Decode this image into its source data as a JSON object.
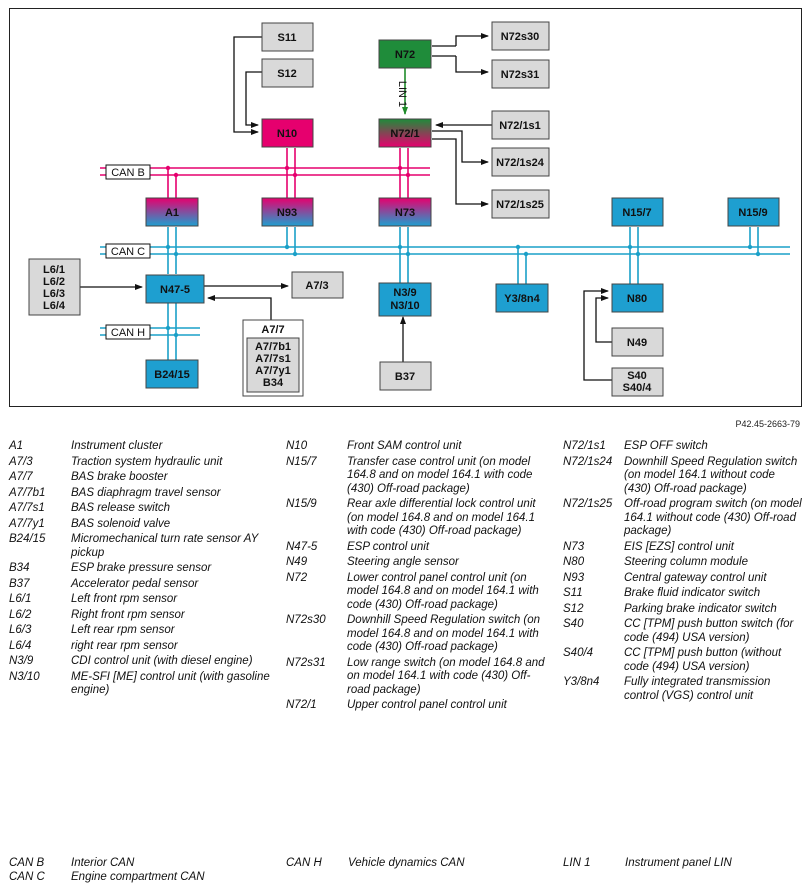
{
  "diagram": {
    "bus_labels": {
      "can_b": "CAN B",
      "can_c": "CAN C",
      "can_h": "CAN H",
      "lin_1": "LIN 1"
    },
    "nodes": {
      "S11": "S11",
      "S12": "S12",
      "N10": "N10",
      "N72": "N72",
      "N72s30": "N72s30",
      "N72s31": "N72s31",
      "N72_1": "N72/1",
      "N72_1s1": "N72/1s1",
      "N72_1s24": "N72/1s24",
      "N72_1s25": "N72/1s25",
      "A1": "A1",
      "N93": "N93",
      "N73": "N73",
      "N15_7": "N15/7",
      "N15_9": "N15/9",
      "N47_5": "N47-5",
      "A7_3": "A7/3",
      "N3_9": "N3/9",
      "N3_10": "N3/10",
      "Y3_8n4": "Y3/8n4",
      "N80": "N80",
      "N49": "N49",
      "S40": "S40",
      "S40_4": "S40/4",
      "B24_15": "B24/15",
      "B37": "B37",
      "L6_group": [
        "L6/1",
        "L6/2",
        "L6/3",
        "L6/4"
      ],
      "A7_7": "A7/7",
      "A7_7_group": [
        "A7/7b1",
        "A7/7s1",
        "A7/7y1",
        "B34"
      ]
    },
    "colors": {
      "can_b_line": "#e6006e",
      "can_c_line": "#1aa0c8",
      "lin_line": "#1f8c2a",
      "gray_box": "#d9d9d9",
      "blue_box": "#1e9fd0",
      "green_box": "#1f8c3a",
      "magenta_box": "#e6006e"
    }
  },
  "figure_ref": "P42.45-2663-79",
  "legend_columns": [
    [
      {
        "code": "A1",
        "desc": "Instrument cluster"
      },
      {
        "code": "A7/3",
        "desc": "Traction system hydraulic unit"
      },
      {
        "code": "A7/7",
        "desc": "BAS brake booster"
      },
      {
        "code": "A7/7b1",
        "desc": "BAS diaphragm travel sensor"
      },
      {
        "code": "A7/7s1",
        "desc": "BAS release switch"
      },
      {
        "code": "A7/7y1",
        "desc": "BAS solenoid valve"
      },
      {
        "code": "B24/15",
        "desc": "Micromechanical turn rate sensor AY pickup"
      },
      {
        "code": "B34",
        "desc": "ESP brake pressure sensor"
      },
      {
        "code": "B37",
        "desc": "Accelerator pedal sensor"
      },
      {
        "code": "L6/1",
        "desc": "Left front rpm sensor"
      },
      {
        "code": "L6/2",
        "desc": "Right front rpm sensor"
      },
      {
        "code": "L6/3",
        "desc": "Left rear rpm sensor"
      },
      {
        "code": "L6/4",
        "desc": "right rear rpm sensor"
      },
      {
        "code": "N3/9",
        "desc": "CDI control unit (with diesel engine)"
      },
      {
        "code": "N3/10",
        "desc": "ME-SFI [ME] control unit (with gasoline engine)"
      }
    ],
    [
      {
        "code": "N10",
        "desc": "Front SAM control unit"
      },
      {
        "code": "N15/7",
        "desc": "Transfer case control unit (on model 164.8 and on model 164.1 with code (430) Off-road package)"
      },
      {
        "code": "N15/9",
        "desc": "Rear axle differential lock control unit (on model 164.8 and on model 164.1 with code (430) Off-road package)"
      },
      {
        "code": "N47-5",
        "desc": "ESP control unit"
      },
      {
        "code": "N49",
        "desc": "Steering angle sensor"
      },
      {
        "code": "N72",
        "desc": "Lower control panel control unit (on model 164.8 and on model 164.1 with code (430) Off-road package)"
      },
      {
        "code": "N72s30",
        "desc": "Downhill Speed Regulation switch (on model 164.8 and on model 164.1 with code (430) Off-road package)"
      },
      {
        "code": "N72s31",
        "desc": "Low range switch (on model 164.8 and on model 164.1 with code (430) Off-road package)"
      },
      {
        "code": "N72/1",
        "desc": "Upper control panel control unit"
      }
    ],
    [
      {
        "code": "N72/1s1",
        "desc": "ESP OFF switch"
      },
      {
        "code": "N72/1s24",
        "desc": "Downhill Speed Regulation switch (on model 164.1 without code (430) Off-road package)"
      },
      {
        "code": "N72/1s25",
        "desc": "Off-road program switch (on model 164.1 without code (430) Off-road package)"
      },
      {
        "code": "N73",
        "desc": "EIS [EZS] control unit"
      },
      {
        "code": "N80",
        "desc": "Steering column module"
      },
      {
        "code": "N93",
        "desc": "Central gateway control unit"
      },
      {
        "code": "S11",
        "desc": "Brake fluid indicator switch"
      },
      {
        "code": "S12",
        "desc": "Parking brake indicator switch"
      },
      {
        "code": "S40",
        "desc": "CC [TPM] push button switch (for code (494) USA version)"
      },
      {
        "code": "S40/4",
        "desc": "CC [TPM] push button (without code (494) USA version)"
      },
      {
        "code": "Y3/8n4",
        "desc": "Fully integrated transmission control (VGS) control unit"
      }
    ]
  ],
  "bus_legend": [
    [
      {
        "code": "CAN B",
        "desc": "Interior CAN"
      },
      {
        "code": "CAN C",
        "desc": "Engine compartment CAN"
      }
    ],
    [
      {
        "code": "CAN H",
        "desc": "Vehicle dynamics CAN"
      }
    ],
    [
      {
        "code": "LIN 1",
        "desc": "Instrument panel LIN"
      }
    ]
  ]
}
